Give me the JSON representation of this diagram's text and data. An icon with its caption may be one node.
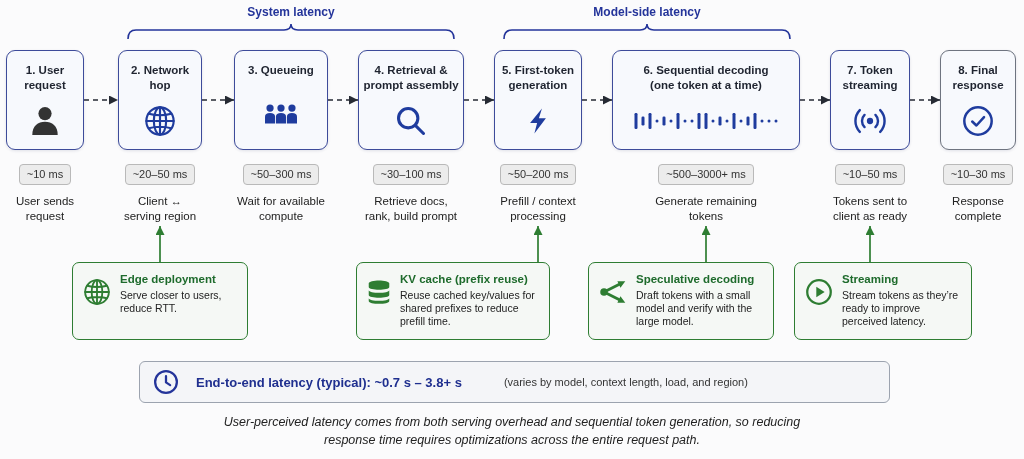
{
  "diagram": {
    "nodes": [
      {
        "text": [
          "1. User request"
        ],
        "beside": [
          "~10 ms",
          "User sends request"
        ]
      },
      {
        "text": [
          "2. Network hop"
        ],
        "beside": [
          "~20–50 ms",
          "Client ↔ serving region"
        ]
      },
      {
        "text": [
          "3. Queueing"
        ],
        "beside": [
          "~50–300 ms",
          "Wait for available compute"
        ]
      },
      {
        "text": [
          "4. Retrieval & prompt assembly"
        ],
        "beside": [
          "~30–100 ms",
          "Retrieve docs, rank, build prompt"
        ]
      },
      {
        "text": [
          "5. First-token generation"
        ],
        "beside": [
          "~50–200 ms",
          "Prefill / context processing"
        ]
      },
      {
        "text": [
          "6. Sequential decoding (one token at a time)"
        ],
        "beside": [
          "~500–3000+ ms",
          "Generate remaining tokens"
        ]
      },
      {
        "text": [
          "7. Token streaming"
        ],
        "beside": [
          "~10–50 ms",
          "Tokens sent to client as ready"
        ]
      },
      {
        "text": [
          "8. Final response"
        ],
        "beside": [
          "~10–30 ms",
          "Response complete"
        ]
      },
      {
        "text": [
          "Edge deployment",
          "Serve closer to users, reduce RTT."
        ]
      },
      {
        "text": [
          "KV cache (prefix reuse)",
          "Reuse cached key/values for shared prefixes to reduce prefill time."
        ]
      },
      {
        "text": [
          "Speculative decoding",
          "Draft tokens with a small model and verify with the large model."
        ]
      },
      {
        "text": [
          "Streaming",
          "Stream tokens as they’re ready to improve perceived latency."
        ]
      },
      {
        "text": [
          "End-to-end latency (typical): ~0.7 s – 3.8+ s",
          "(varies by model, context length, load, and region)"
        ]
      }
    ],
    "edges": [
      {
        "from": 0,
        "to": 1,
        "arrow": "to",
        "style": "dashed"
      },
      {
        "from": 1,
        "to": 2,
        "arrow": "to",
        "style": "dashed"
      },
      {
        "from": 2,
        "to": 3,
        "arrow": "to",
        "style": "dashed"
      },
      {
        "from": 3,
        "to": 4,
        "arrow": "to",
        "style": "dashed"
      },
      {
        "from": 4,
        "to": 5,
        "arrow": "to",
        "style": "dashed"
      },
      {
        "from": 5,
        "to": 6,
        "arrow": "to",
        "style": "dashed"
      },
      {
        "from": 6,
        "to": 7,
        "arrow": "to",
        "style": "dashed"
      },
      {
        "from": 8,
        "to": 1,
        "arrow": "to",
        "color": "#2e7d32"
      },
      {
        "from": 9,
        "to": 4,
        "arrow": "to",
        "color": "#2e7d32"
      },
      {
        "from": 10,
        "to": 5,
        "arrow": "to",
        "color": "#2e7d32"
      },
      {
        "from": 11,
        "to": 6,
        "arrow": "to",
        "color": "#2e7d32"
      }
    ],
    "labels": [
      "System latency",
      "Model-side latency"
    ],
    "caption": "User-perceived latency comes from both serving overhead and sequential token generation, so reducing response time requires optimizations across the entire request path."
  }
}
